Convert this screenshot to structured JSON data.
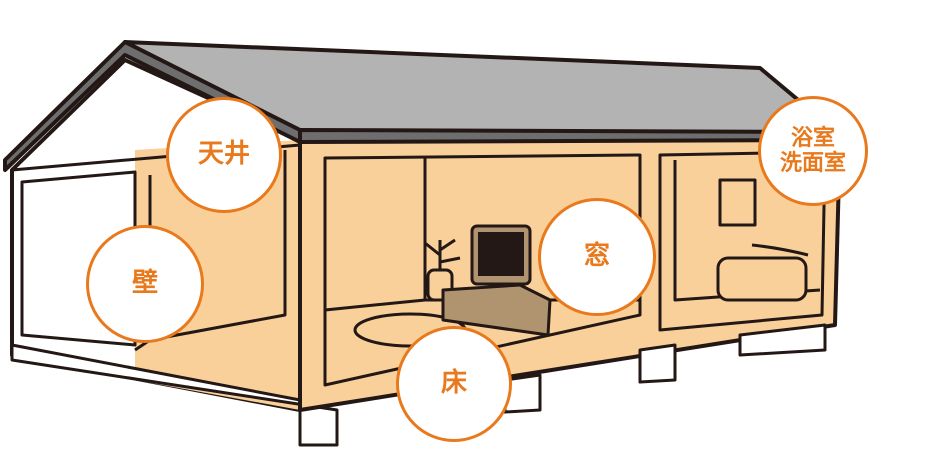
{
  "colors": {
    "wall": "#f9d09a",
    "roof": "#b3b3b3",
    "roof_edge": "#6e6e6e",
    "line": "#231815",
    "accent": "#e8791c",
    "furniture": "#b09470"
  },
  "labels": {
    "ceiling": "天井",
    "wall": "壁",
    "window": "窓",
    "floor": "床",
    "bath_line1": "浴室",
    "bath_line2": "洗面室"
  }
}
